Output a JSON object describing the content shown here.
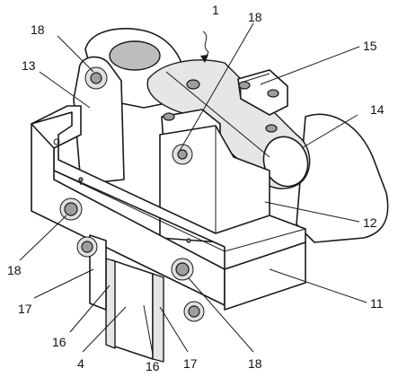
{
  "callouts": {
    "c1": "1",
    "c18_top_left": "18",
    "c18_top_center": "18",
    "c15": "15",
    "c13": "13",
    "c14": "14",
    "c12": "12",
    "c18_left": "18",
    "c11": "11",
    "c17_left": "17",
    "c16_left": "16",
    "c4": "4",
    "c16_bottom": "16",
    "c17_bottom": "17",
    "c18_bottom": "18"
  }
}
